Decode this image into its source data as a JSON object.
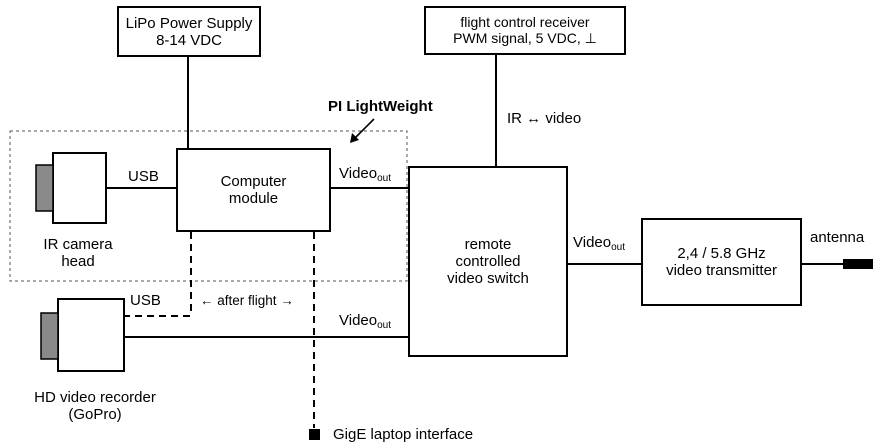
{
  "power_supply": {
    "line1": "LiPo Power Supply",
    "line2": "8-14 VDC"
  },
  "receiver": {
    "line1": "flight control receiver",
    "line2": "PWM signal, 5 VDC, ⊥"
  },
  "pi_lightweight": "PI LightWeight",
  "computer_module": {
    "line1": "Computer",
    "line2": "module"
  },
  "ir_camera": {
    "line1": "IR camera",
    "line2": "head"
  },
  "usb_top": "USB",
  "usb_bottom": "USB",
  "after_flight": "← after flight →",
  "video_switch": {
    "line1": "remote",
    "line2": "controlled",
    "line3": "video switch"
  },
  "ir_video": "IR ↔ video",
  "video_out": {
    "main": "Video",
    "sub": "out"
  },
  "transmitter": {
    "line1": "2,4 / 5.8 GHz",
    "line2": "video transmitter"
  },
  "antenna": "antenna",
  "hd_recorder": {
    "line1": "HD video recorder",
    "line2": "(GoPro)"
  },
  "gige": "GigE laptop interface"
}
